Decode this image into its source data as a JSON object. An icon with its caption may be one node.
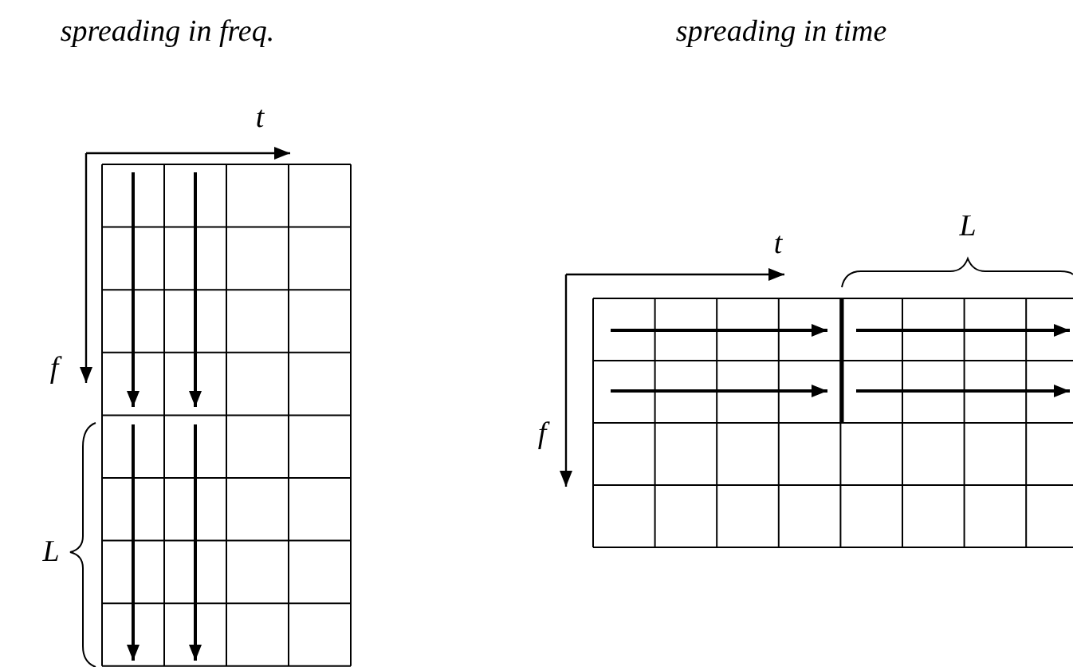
{
  "diagram": {
    "labels": [
      "spreading in freq.",
      "spreading in time",
      "t",
      "L",
      "t",
      "f",
      "f",
      "L"
    ]
  }
}
